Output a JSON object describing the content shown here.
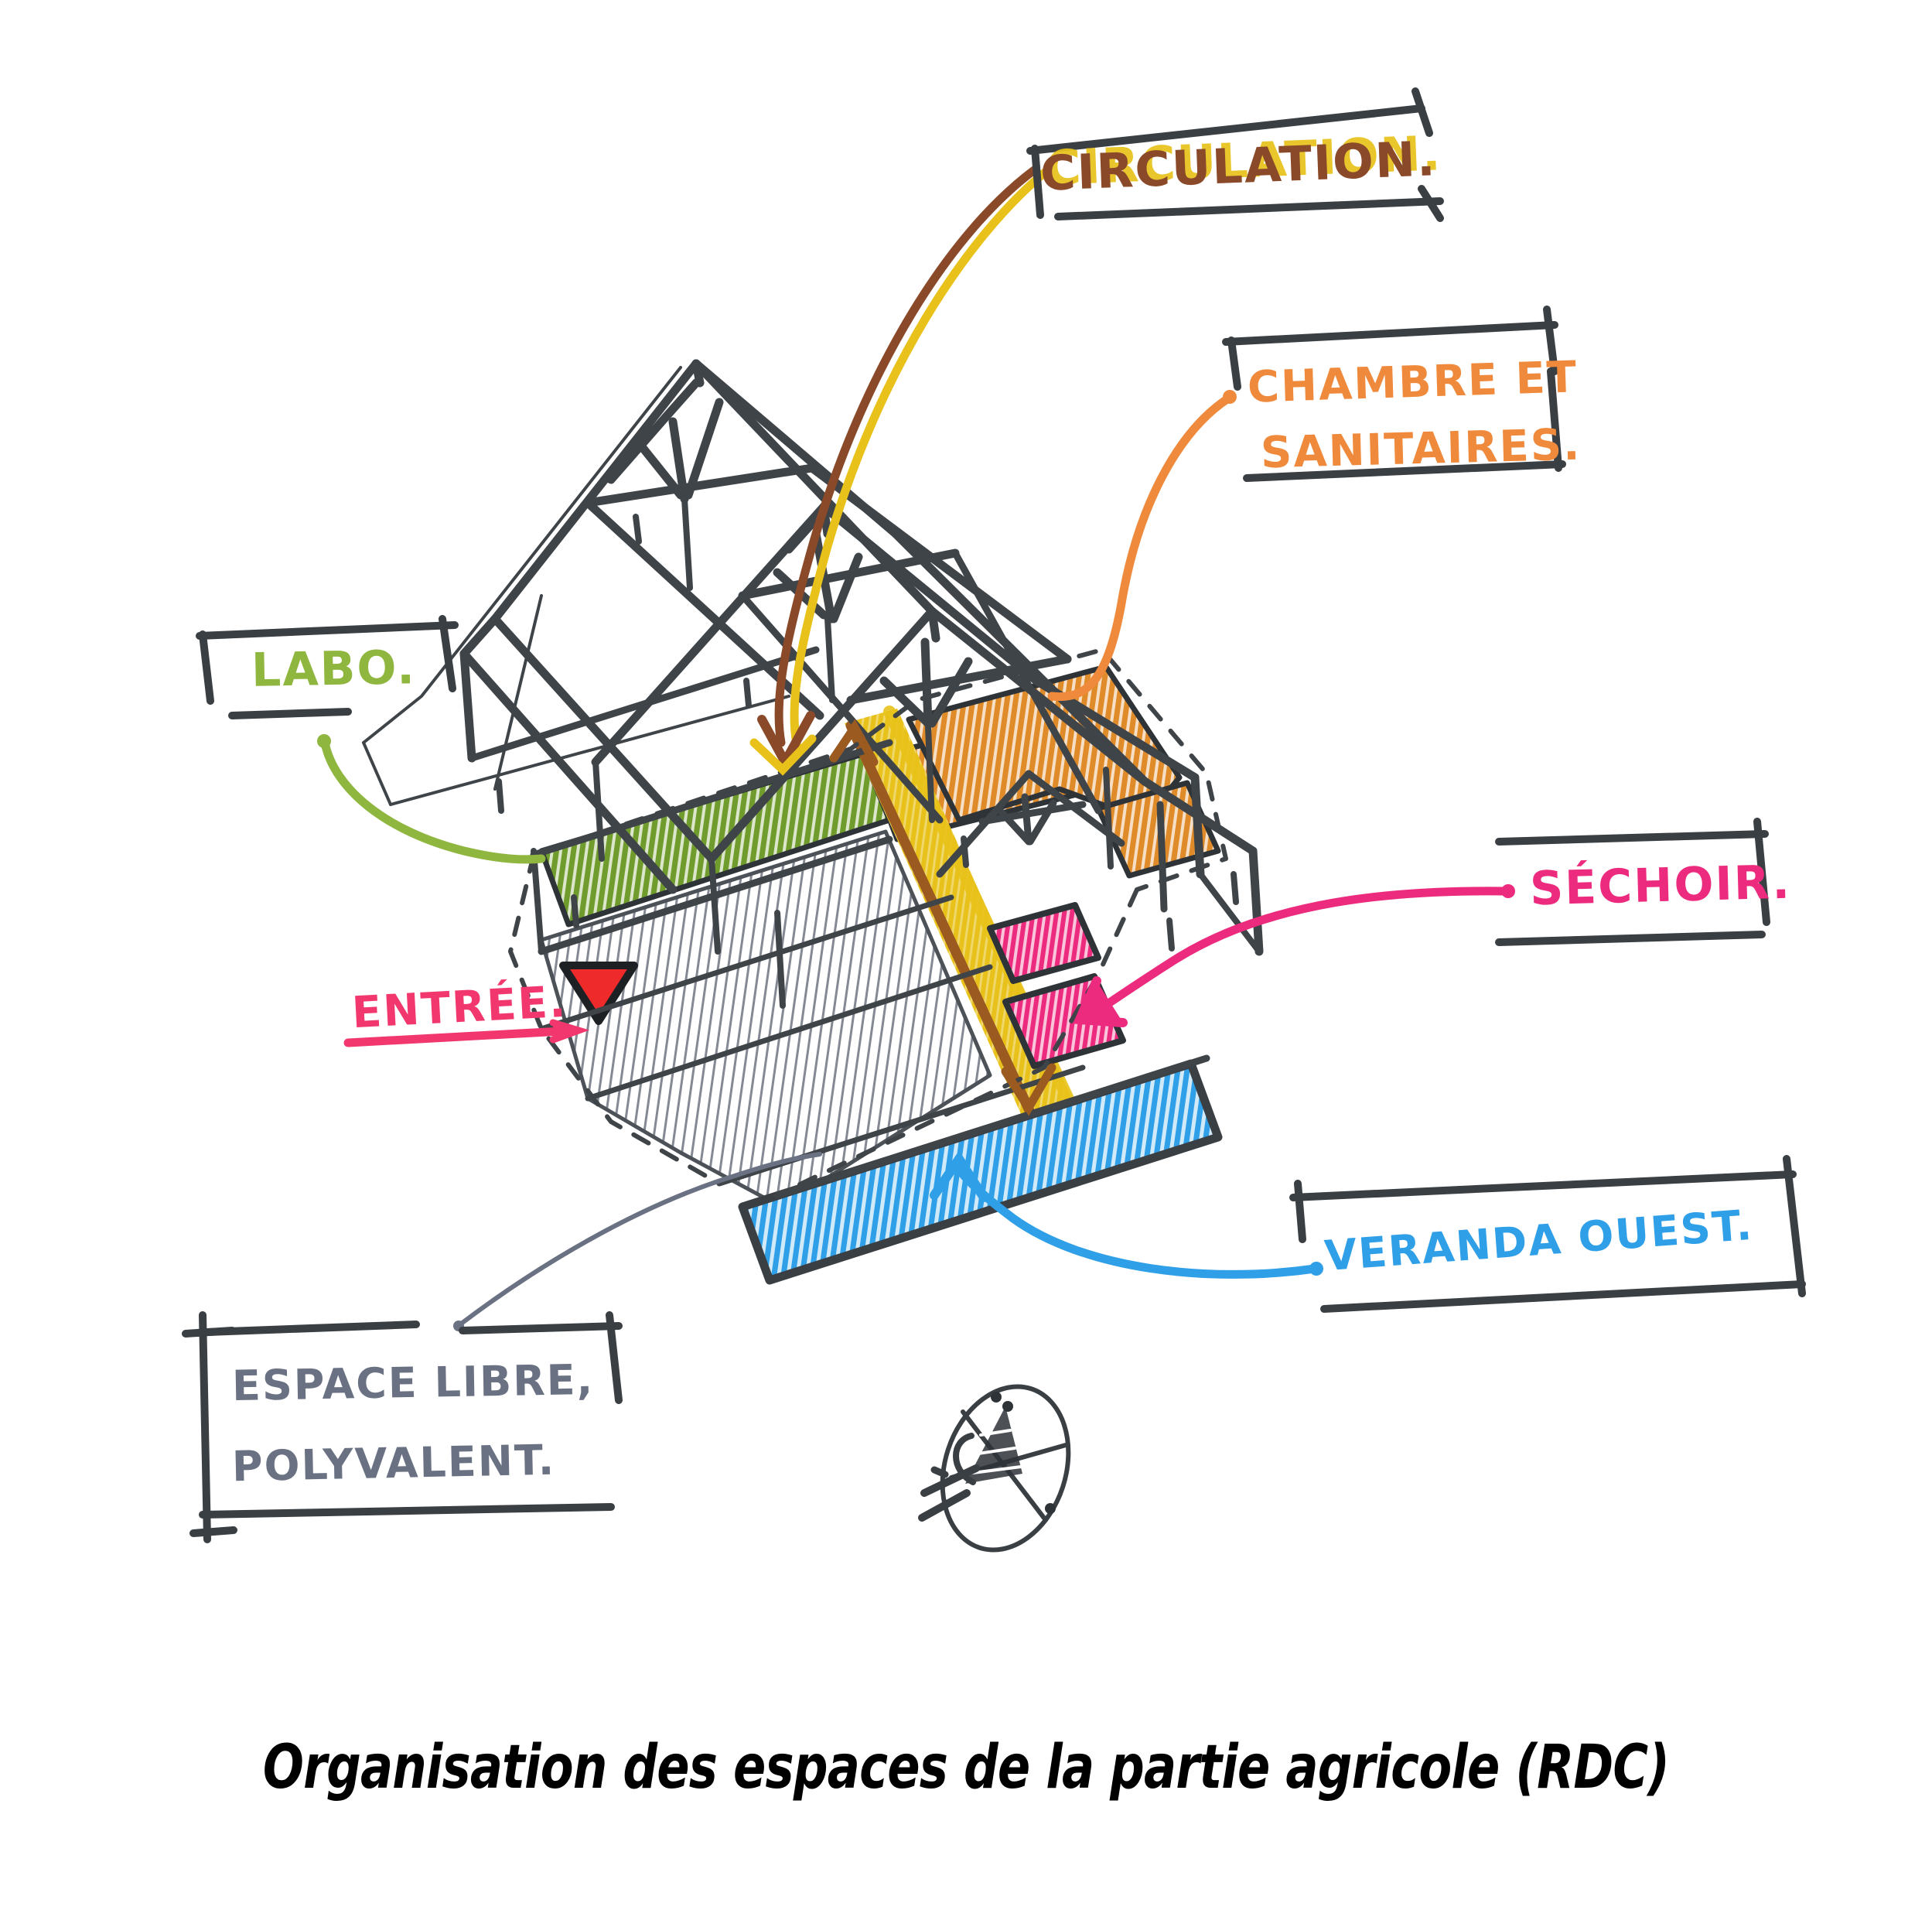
{
  "caption": "Organisation des espaces de la partie agricole (RDC)",
  "labels": {
    "circulation": {
      "text": "CIRCULATION.",
      "color": "#8a4a2a",
      "accent_color": "#e8c21a"
    },
    "chambre": {
      "line1": "CHAMBRE ET",
      "line2": "SANITAIRES.",
      "color": "#ef8a3c"
    },
    "labo": {
      "text": "LABO.",
      "color": "#8fb740"
    },
    "sechoir": {
      "text": "SÉCHOIR.",
      "color": "#ec2b7f"
    },
    "entree": {
      "text": "ENTRÉE.",
      "color": "#f2376f"
    },
    "veranda": {
      "text": "VERANDA OUEST.",
      "color": "#2f9fe8"
    },
    "espace_libre": {
      "line1": "ESPACE LIBRE,",
      "line2": "POLYVALENT.",
      "color": "#6a7183"
    }
  },
  "zones": {
    "labo": {
      "name": "labo-zone",
      "color": "#5f8b23"
    },
    "chambre": {
      "name": "chambre-zone",
      "color": "#e08b2a"
    },
    "circulation": {
      "name": "circulation-corridor",
      "color": "#e8c21a"
    },
    "sechoir": {
      "name": "sechoir-zone",
      "color": "#ec2b7f"
    },
    "veranda": {
      "name": "veranda-zone",
      "color": "#2f9fe8"
    },
    "espace_libre": {
      "name": "espace-libre-zone",
      "color": "#6f7480"
    },
    "entree": {
      "name": "entree-marker",
      "color": "#ef2a2a"
    }
  },
  "drawing": {
    "structure_color": "#3f4449",
    "bracket_color": "#3a3f44",
    "compass": "compass-rose"
  }
}
